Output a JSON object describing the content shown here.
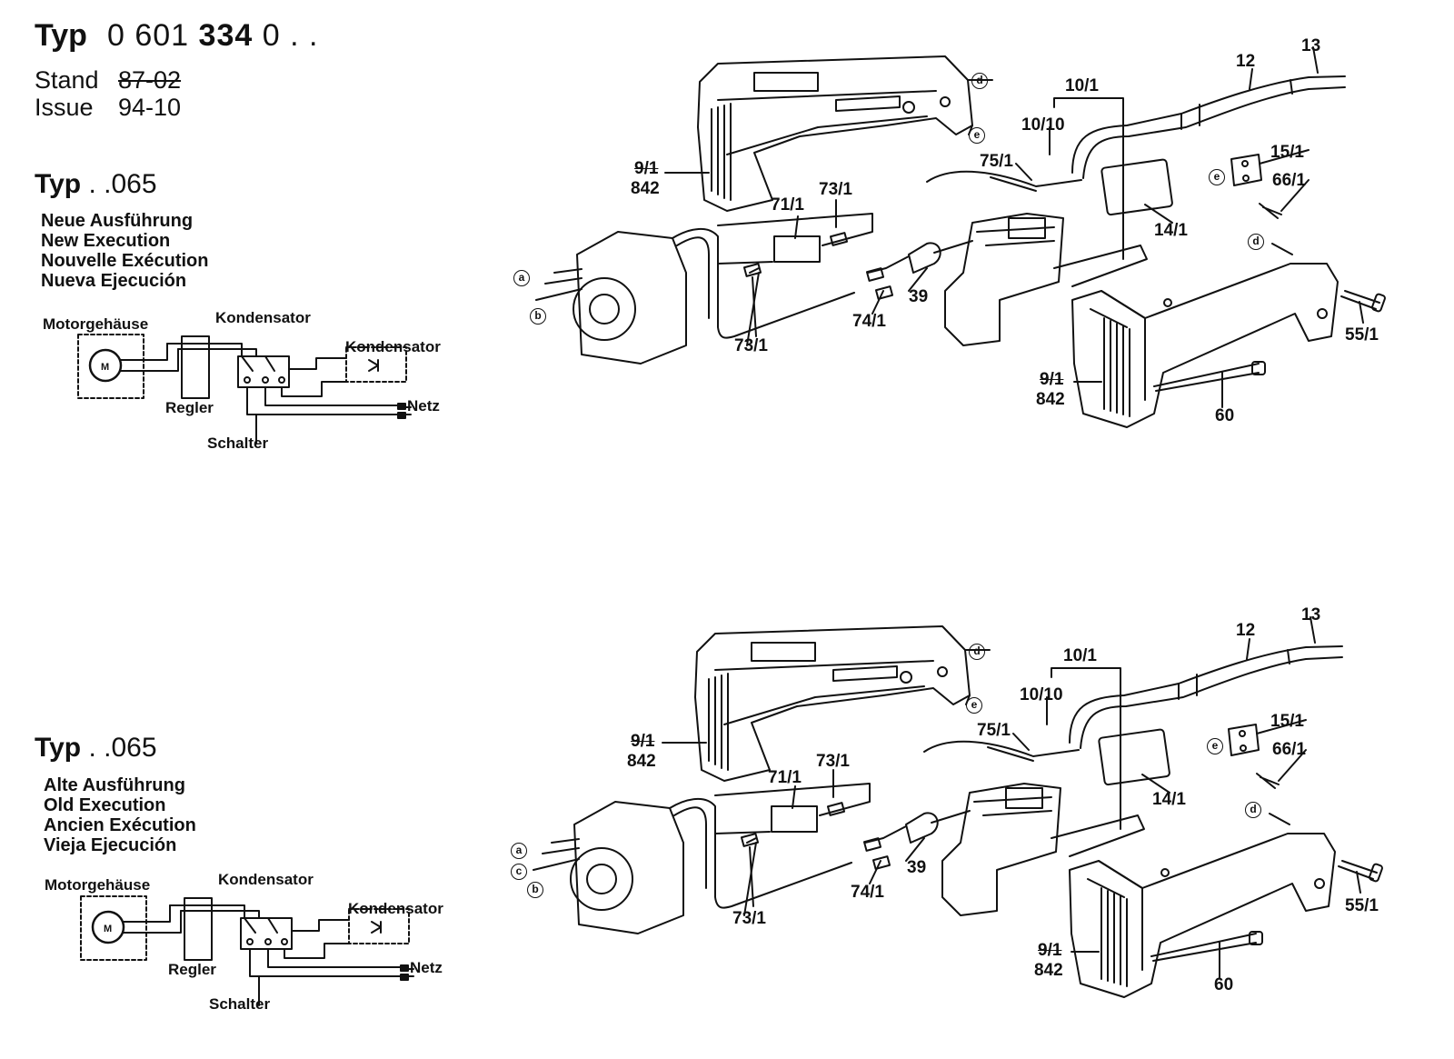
{
  "header": {
    "typ_label": "Typ",
    "typ_number_a": "0 601",
    "typ_number_b": "334",
    "typ_number_c": "0 . .",
    "stand_label": "Stand",
    "stand_value": "87-02",
    "issue_label": "Issue",
    "issue_value": "94-10"
  },
  "sections": [
    {
      "typ_label": "Typ",
      "typ_suffix": ". .065",
      "execution": [
        "Neue Ausführung",
        "New Execution",
        "Nouvelle Exécution",
        "Nueva Ejecución"
      ],
      "schematic": {
        "motor": "Motorgehäuse",
        "capacitor_top": "Kondensator",
        "capacitor_right": "Kondensator",
        "regulator": "Regler",
        "switch": "Schalter",
        "mains": "Netz"
      },
      "callouts": {
        "p13": "13",
        "p12": "12",
        "p10_1": "10/1",
        "p10_10": "10/10",
        "p75_1": "75/1",
        "p15_1": "15/1",
        "p66_1": "66/1",
        "p14_1": "14/1",
        "p9_1_top": "9/1",
        "p842_top": "842",
        "p71_1": "71/1",
        "p73_1_top": "73/1",
        "p39": "39",
        "p74_1": "74/1",
        "p73_1_bottom": "73/1",
        "p55_1": "55/1",
        "p9_1_bottom": "9/1",
        "p842_bottom": "842",
        "p60": "60"
      },
      "letters": {
        "d_top": "d",
        "e_top": "e",
        "e_right": "e",
        "d_right": "d",
        "a": "a",
        "b": "b"
      }
    },
    {
      "typ_label": "Typ",
      "typ_suffix": ". .065",
      "execution": [
        "Alte Ausführung",
        "Old Execution",
        "Ancien Exécution",
        "Vieja Ejecución"
      ],
      "schematic": {
        "motor": "Motorgehäuse",
        "capacitor_top": "Kondensator",
        "capacitor_right": "Kondensator",
        "regulator": "Regler",
        "switch": "Schalter",
        "mains": "Netz"
      },
      "callouts": {
        "p13": "13",
        "p12": "12",
        "p10_1": "10/1",
        "p10_10": "10/10",
        "p75_1": "75/1",
        "p15_1": "15/1",
        "p66_1": "66/1",
        "p14_1": "14/1",
        "p9_1_top": "9/1",
        "p842_top": "842",
        "p71_1": "71/1",
        "p73_1_top": "73/1",
        "p39": "39",
        "p74_1": "74/1",
        "p73_1_bottom": "73/1",
        "p55_1": "55/1",
        "p9_1_bottom": "9/1",
        "p842_bottom": "842",
        "p60": "60"
      },
      "letters": {
        "d_top": "d",
        "e_top": "e",
        "e_right": "e",
        "d_right": "d",
        "a": "a",
        "c": "c",
        "b": "b"
      }
    }
  ]
}
